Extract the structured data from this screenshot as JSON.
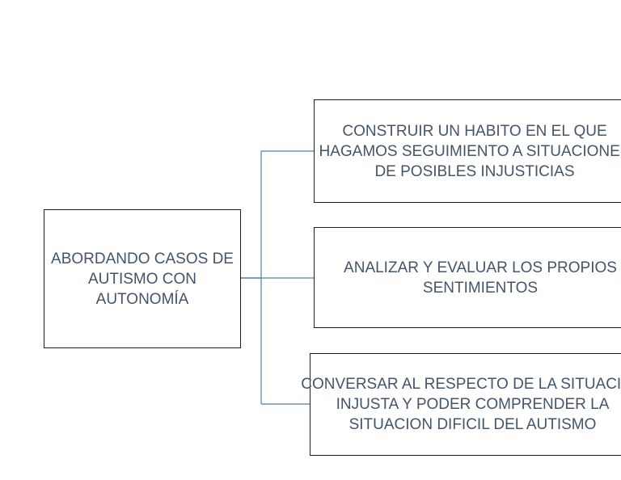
{
  "diagram": {
    "root": {
      "label": "ABORDANDO CASOS DE\nAUTISMO CON\nAUTONOMÍA"
    },
    "children": [
      {
        "label": "CONSTRUIR UN HABITO EN EL QUE\nHAGAMOS SEGUIMIENTO A SITUACIONES\nDE POSIBLES INJUSTICIAS"
      },
      {
        "label": "ANALIZAR Y EVALUAR LOS PROPIOS\nSENTIMIENTOS"
      },
      {
        "label": "CONVERSAR AL RESPECTO DE LA SITUACION\nINJUSTA Y PODER COMPRENDER LA\nSITUACION DIFICIL DEL AUTISMO"
      }
    ],
    "colors": {
      "text": "#44546a",
      "connector": "#4f7fa8",
      "border": "#1f1f1f"
    }
  }
}
